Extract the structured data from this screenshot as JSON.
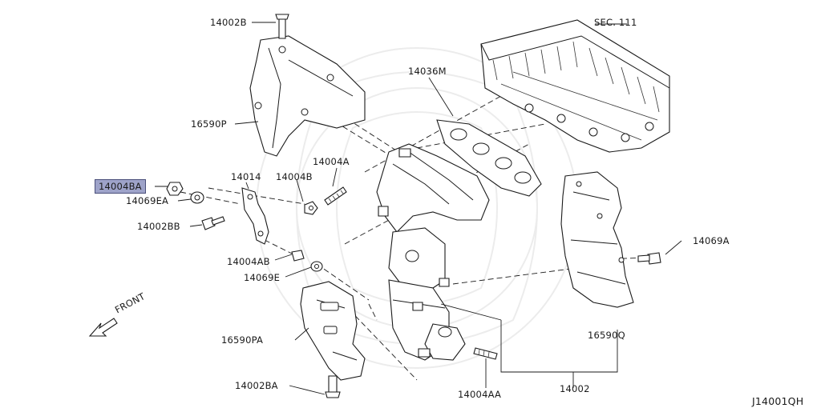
{
  "labels": {
    "p_14002B": "14002B",
    "p_sec111": "SEC. 111",
    "p_14036M": "14036M",
    "p_16590P": "16590P",
    "p_14004A": "14004A",
    "p_14014": "14014",
    "p_14004B": "14004B",
    "p_14004BA": "14004BA",
    "p_14069EA": "14069EA",
    "p_14002BB": "14002BB",
    "p_14069A": "14069A",
    "p_14004AB": "14004AB",
    "p_14069E": "14069E",
    "p_front": "FRONT",
    "p_16590PA": "16590PA",
    "p_16590Q": "16590Q",
    "p_14002BA": "14002BA",
    "p_14004AA": "14004AA",
    "p_14002": "14002",
    "diagram_code": "J14001QH"
  },
  "highlight_color": "#9ea3c9"
}
